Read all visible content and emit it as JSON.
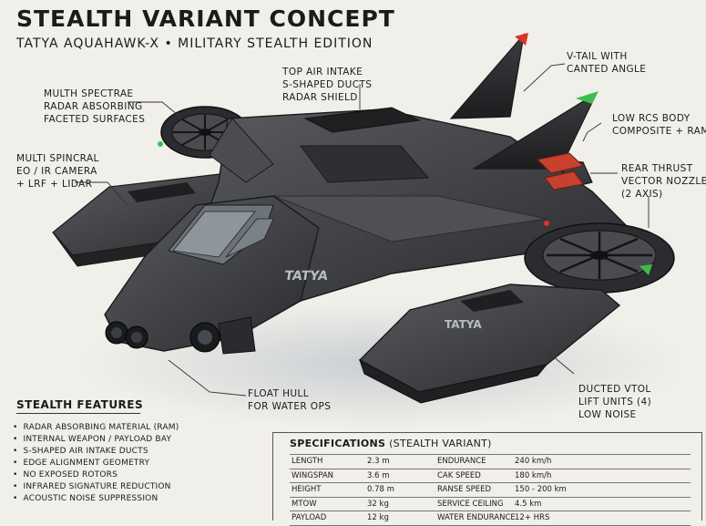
{
  "header": {
    "title": "STEALTH VARIANT CONCEPT",
    "subtitle": "TATYA AQUAHAWK-X • MILITARY STEALTH EDITION"
  },
  "callouts": {
    "top_left": [
      "MULTH SPECTRAE",
      "RADAR ABSORBING",
      "FACETED SURFACES"
    ],
    "mid_left": [
      "MULTI SPINCRAL",
      "EO / IR CAMERA",
      "+ LRF + LIDAR"
    ],
    "top_center": [
      "TOP AIR INTAKE",
      "S-SHAPED DUCTS",
      "RADAR SHIELD"
    ],
    "top_right": [
      "V-TAIL WITH",
      "CANTED ANGLE"
    ],
    "right_body": [
      "LOW RCS BODY",
      "COMPOSITE + RAM"
    ],
    "right_thrust": [
      "REAR THRUST",
      "VECTOR NOZZLES",
      "(2 AXIS)"
    ],
    "bottom_center": [
      "FLOAT HULL",
      "FOR WATER OPS"
    ],
    "bottom_right": [
      "DUCTED VTOL",
      "LIFT UNITS (4)",
      "LOW NOISE"
    ]
  },
  "hull_markings": {
    "main": "TATYA",
    "float": "TATYA"
  },
  "features": {
    "heading": "STEALTH FEATURES",
    "items": [
      "RADAR ABSORBING MATERIAL (RAM)",
      "INTERNAL WEAPON / PAYLOAD BAY",
      "S-SHAPED AIR INTAKE DUCTS",
      "EDGE ALIGNMENT GEOMETRY",
      "NO EXPOSED ROTORS",
      "INFRARED SIGNATURE REDUCTION",
      "ACOUSTIC NOISE SUPPRESSION"
    ]
  },
  "specs": {
    "title": "SPECIFICATIONS",
    "title_note": "(STEALTH VARIANT)",
    "rows": [
      {
        "label": "LENGTH",
        "value": "2.3 m",
        "label2": "ENDURANCE",
        "value2": "240 km/h"
      },
      {
        "label": "WINGSPAN",
        "value": "3.6 m",
        "label2": "CAK SPEED",
        "value2": "180 km/h"
      },
      {
        "label": "HEIGHT",
        "value": "0.78 m",
        "label2": "RANSE SPEED",
        "value2": "150 - 200 km"
      },
      {
        "label": "MTOW",
        "value": "32 kg",
        "label2": "SERVICE CEILING",
        "value2": "4.5 km"
      },
      {
        "label": "PAYLOAD",
        "value": "12 kg",
        "label2": "WATER ENDURANCE",
        "value2": "12+ HRS"
      }
    ]
  },
  "colors": {
    "body": "#3a3b3e",
    "body_dark": "#232427",
    "light_red": "#d9352b",
    "light_green": "#3bbf4a",
    "nozzle": "#c8402e"
  }
}
